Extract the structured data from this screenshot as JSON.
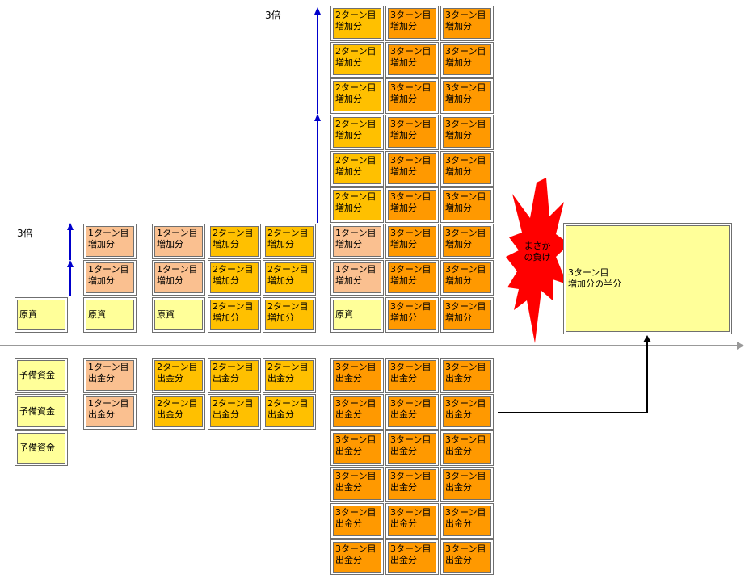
{
  "labels": {
    "x3_top": "3倍",
    "x3_left": "3倍",
    "burst": "まさかの負け",
    "result": "3ターン目\n増加分の半分"
  },
  "box_text": {
    "principal": "原資",
    "reserve": "予備資金",
    "t1_gain": "1ターン目\n増加分",
    "t2_gain": "2ターン目\n増加分",
    "t3_gain": "3ターン目\n増加分",
    "t1_out": "1ターン目\n出金分",
    "t2_out": "2ターン目\n出金分",
    "t3_out": "3ターン目\n出金分"
  },
  "colors": {
    "principal": "#ffff99",
    "turn1": "#fac090",
    "turn2": "#ffc000",
    "turn3": "#ff9900",
    "burst": "#ff0000",
    "arrow": "#0000cc",
    "axis": "#999999"
  }
}
